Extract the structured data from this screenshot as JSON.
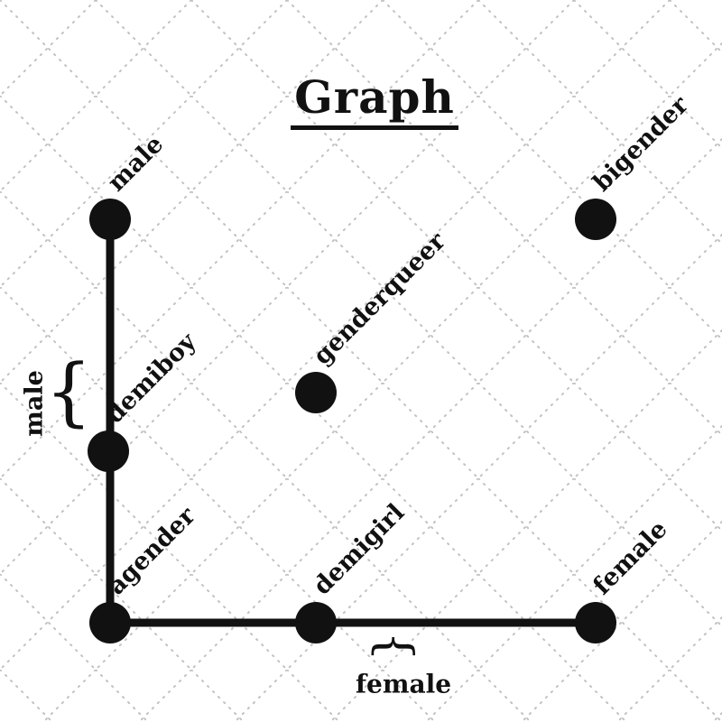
{
  "title": "Graph",
  "nodes": [
    {
      "id": "male",
      "label": "male"
    },
    {
      "id": "bigender",
      "label": "bigender"
    },
    {
      "id": "genderqueer",
      "label": "genderqueer"
    },
    {
      "id": "demiboy",
      "label": "demiboy"
    },
    {
      "id": "agender",
      "label": "agender"
    },
    {
      "id": "demigirl",
      "label": "demigirl"
    },
    {
      "id": "female",
      "label": "female"
    }
  ],
  "edges": [
    {
      "from": "male",
      "to": "demiboy"
    },
    {
      "from": "demiboy",
      "to": "agender"
    },
    {
      "from": "agender",
      "to": "demigirl"
    },
    {
      "from": "demigirl",
      "to": "female"
    }
  ],
  "annotations": {
    "left_brace": "{",
    "left_brace_label": "male",
    "bottom_brace": "{",
    "bottom_brace_label": "female"
  },
  "colors": {
    "ink": "#111111",
    "grid": "#c2c2c2",
    "background": "#ffffff"
  }
}
